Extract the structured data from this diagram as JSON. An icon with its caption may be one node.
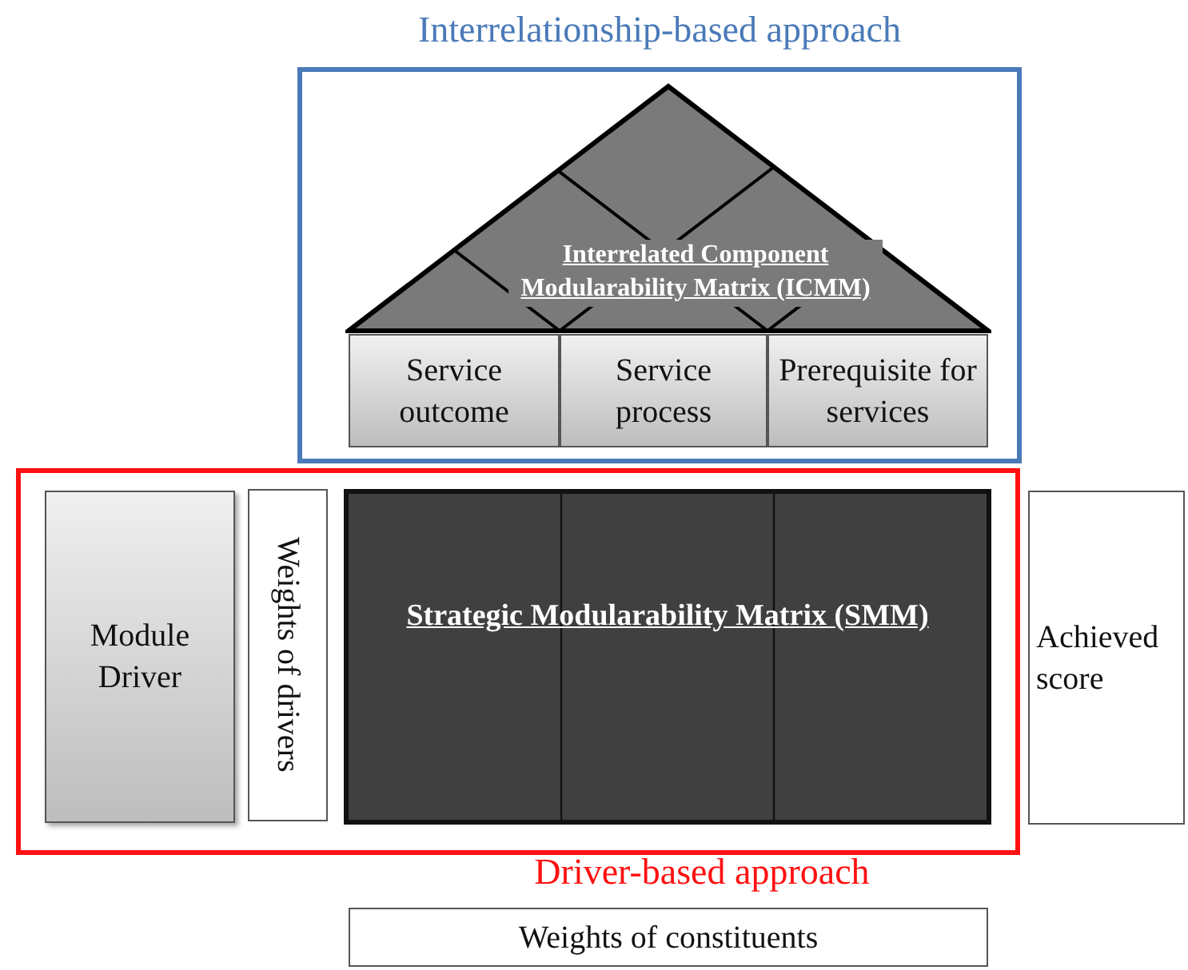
{
  "diagram": {
    "nodes": [
      {
        "text": [
          "Interrelationship-based approach"
        ]
      },
      {
        "text": [
          "Interrelated Component Modularability Matrix (ICMM)"
        ],
        "in": 0
      },
      {
        "text": [
          "Service outcome"
        ],
        "in": 0
      },
      {
        "text": [
          "Service process"
        ],
        "in": 0
      },
      {
        "text": [
          "Prerequisite for services"
        ],
        "in": 0
      },
      {
        "text": [
          "Driver-based approach"
        ]
      },
      {
        "text": [
          "Module Driver"
        ],
        "in": 5
      },
      {
        "text": [
          "Weights of drivers"
        ],
        "in": 5
      },
      {
        "text": [
          "Strategic Modularability Matrix (SMM)"
        ],
        "in": 5
      },
      {
        "text": [
          "Achieved score"
        ]
      },
      {
        "text": [
          "Weights of constituents"
        ]
      }
    ]
  }
}
